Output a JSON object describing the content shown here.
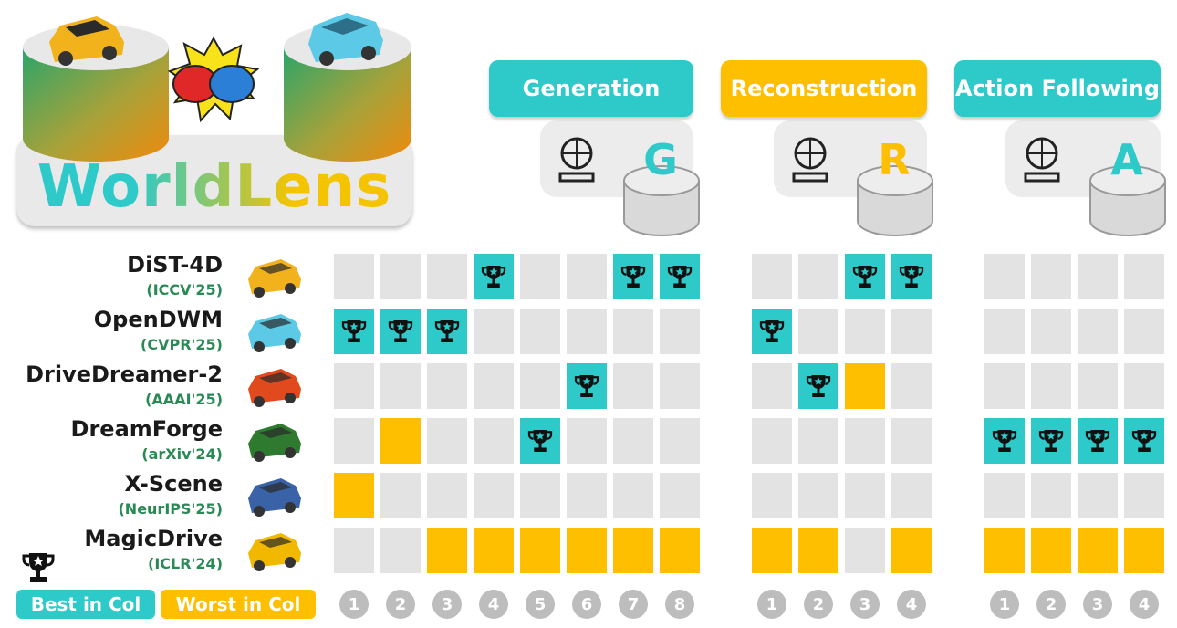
{
  "logo": {
    "text": "WorldLens"
  },
  "categories": [
    {
      "label": "Generation",
      "letter": "G",
      "color": "#2ec9c9",
      "cols": [
        "1",
        "2",
        "3",
        "4",
        "5",
        "6",
        "7",
        "8"
      ]
    },
    {
      "label": "Reconstruction",
      "letter": "R",
      "color": "#fdbf00",
      "cols": [
        "1",
        "2",
        "3",
        "4"
      ]
    },
    {
      "label": "Action Following",
      "letter": "A",
      "color": "#2ec9c9",
      "cols": [
        "1",
        "2",
        "3",
        "4"
      ]
    }
  ],
  "models": [
    {
      "name": "DiST-4D",
      "venue": "(ICCV'25)",
      "car_color": "#f2b21c",
      "G": [
        "",
        "",
        "",
        "best",
        "",
        "",
        "best",
        "best"
      ],
      "R": [
        "",
        "",
        "best",
        "best"
      ],
      "A": [
        "",
        "",
        "",
        ""
      ]
    },
    {
      "name": "OpenDWM",
      "venue": "(CVPR'25)",
      "car_color": "#5cc9e6",
      "G": [
        "best",
        "best",
        "best",
        "",
        "",
        "",
        "",
        ""
      ],
      "R": [
        "best",
        "",
        "",
        ""
      ],
      "A": [
        "",
        "",
        "",
        ""
      ]
    },
    {
      "name": "DriveDreamer-2",
      "venue": "(AAAI'25)",
      "car_color": "#e04a1c",
      "G": [
        "",
        "",
        "",
        "",
        "",
        "best",
        "",
        ""
      ],
      "R": [
        "",
        "best",
        "worst",
        ""
      ],
      "A": [
        "",
        "",
        "",
        ""
      ]
    },
    {
      "name": "DreamForge",
      "venue": "(arXiv'24)",
      "car_color": "#2e7a2e",
      "G": [
        "",
        "worst",
        "",
        "",
        "best",
        "",
        "",
        ""
      ],
      "R": [
        "",
        "",
        "",
        ""
      ],
      "A": [
        "best",
        "best",
        "best",
        "best"
      ]
    },
    {
      "name": "X-Scene",
      "venue": "(NeurIPS'25)",
      "car_color": "#3a62a6",
      "G": [
        "worst",
        "",
        "",
        "",
        "",
        "",
        "",
        ""
      ],
      "R": [
        "",
        "",
        "",
        ""
      ],
      "A": [
        "",
        "",
        "",
        ""
      ]
    },
    {
      "name": "MagicDrive",
      "venue": "(ICLR'24)",
      "car_color": "#f2b800",
      "G": [
        "",
        "",
        "worst",
        "worst",
        "worst",
        "worst",
        "worst",
        "worst"
      ],
      "R": [
        "worst",
        "worst",
        "",
        "worst"
      ],
      "A": [
        "worst",
        "worst",
        "worst",
        "worst"
      ]
    }
  ],
  "legend": {
    "best": "Best in Col",
    "worst": "Worst in Col",
    "best_color": "#2ec9c9",
    "worst_color": "#fdbf00"
  }
}
